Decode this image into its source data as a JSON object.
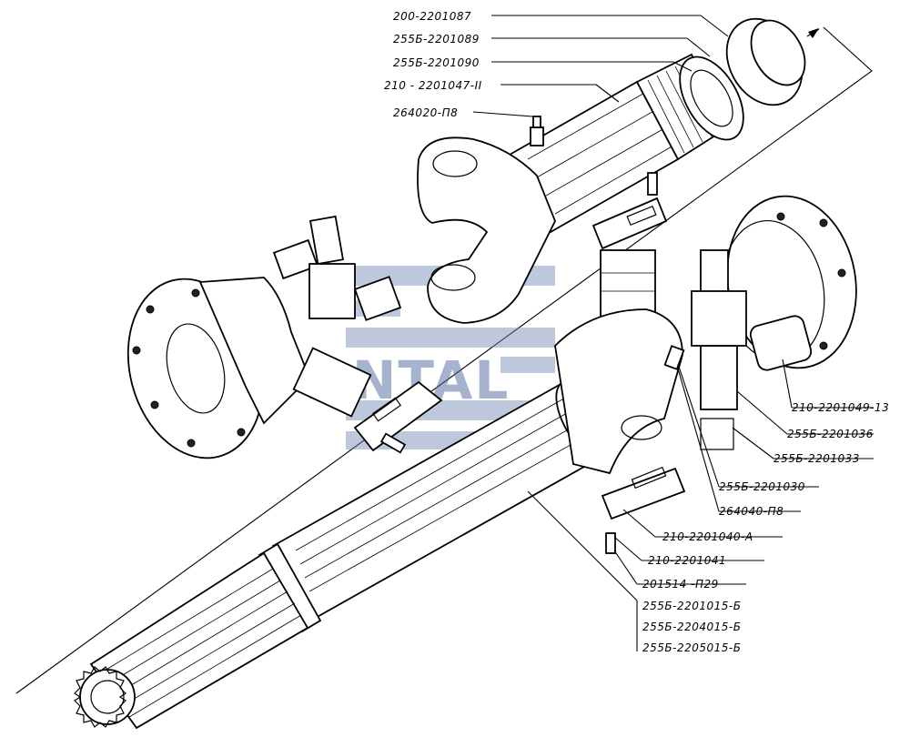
{
  "labels": {
    "l1": "200-2201087",
    "l2": "255Б-2201089",
    "l3": "255Б-2201090",
    "l4": "210 - 2201047-II",
    "l5": "264020-П8",
    "l6": "210-2201049-13",
    "l7": "255Б-2201036",
    "l8": "255Б-2201033",
    "l9": "255Б-2201030",
    "l10": "264040-П8",
    "l11": "210-2201040-А",
    "l12": "210-2201041",
    "l13": "201514 -П29",
    "l14": "255Б-2201015-Б",
    "l15": "255Б-2204015-Б",
    "l16": "255Б-2205015-Б"
  },
  "watermark": {
    "text": "ANTAL",
    "color": "#4e6a9e"
  }
}
